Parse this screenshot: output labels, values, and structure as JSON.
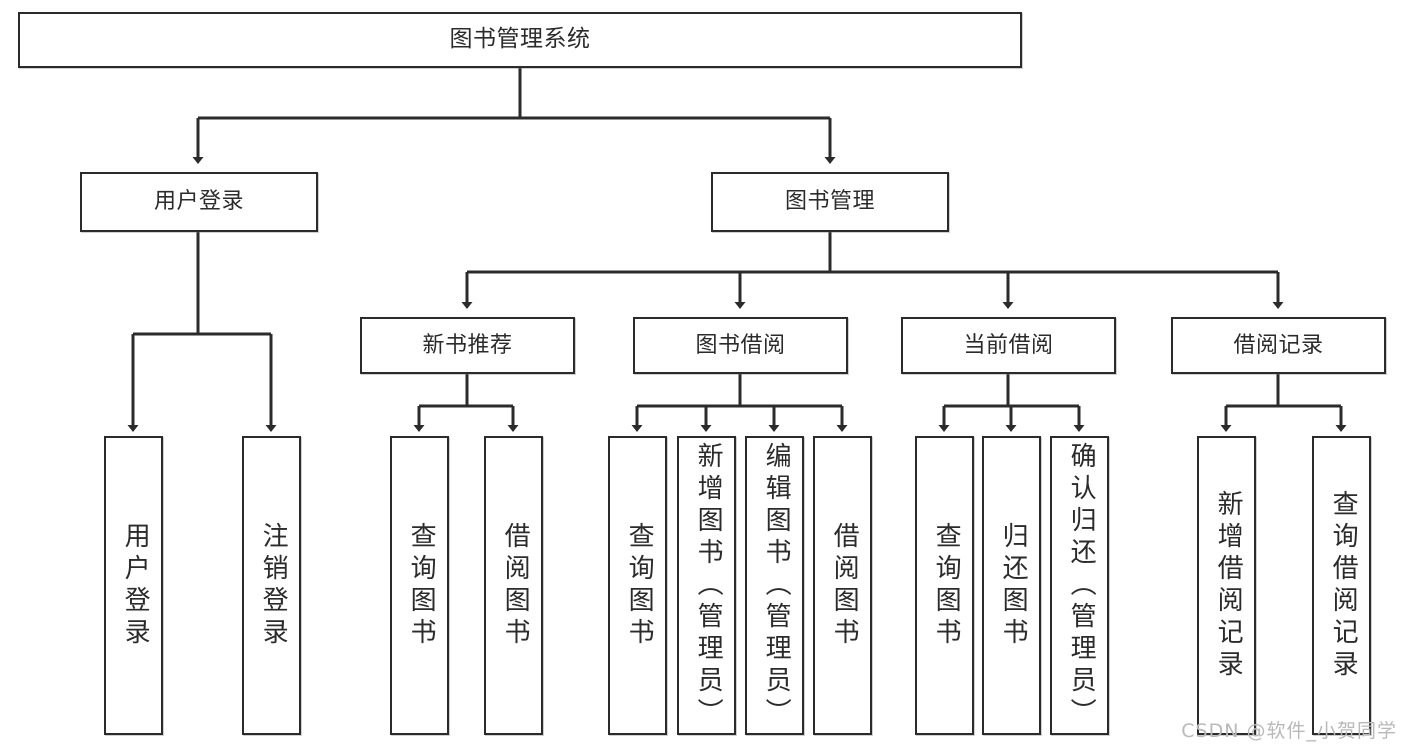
{
  "diagram": {
    "type": "tree",
    "title_node": "图书管理系统",
    "watermark": "CSDN @软件_小贺同学",
    "colors": {
      "background": "#ffffff",
      "box_border": "#2b2b2b",
      "box_fill": "#ffffff",
      "connector": "#2b2b2b",
      "text": "#2b2b2b",
      "watermark": "#b9b9b9"
    },
    "levels": {
      "root": {
        "label": "图书管理系统"
      },
      "level2": [
        {
          "label": "用户登录"
        },
        {
          "label": "图书管理"
        }
      ],
      "level3": [
        {
          "label": "新书推荐"
        },
        {
          "label": "图书借阅"
        },
        {
          "label": "当前借阅"
        },
        {
          "label": "借阅记录"
        }
      ],
      "leaves": [
        {
          "label": "用户登录",
          "parent": "用户登录"
        },
        {
          "label": "注销登录",
          "parent": "用户登录"
        },
        {
          "label": "查询图书",
          "parent": "新书推荐"
        },
        {
          "label": "借阅图书",
          "parent": "新书推荐"
        },
        {
          "label": "查询图书",
          "parent": "图书借阅"
        },
        {
          "label": "新增图书（管理员）",
          "parent": "图书借阅"
        },
        {
          "label": "编辑图书（管理员）",
          "parent": "图书借阅"
        },
        {
          "label": "借阅图书",
          "parent": "图书借阅"
        },
        {
          "label": "查询图书",
          "parent": "当前借阅"
        },
        {
          "label": "归还图书",
          "parent": "当前借阅"
        },
        {
          "label": "确认归还（管理员）",
          "parent": "当前借阅"
        },
        {
          "label": "新增借阅记录",
          "parent": "借阅记录"
        },
        {
          "label": "查询借阅记录",
          "parent": "借阅记录"
        }
      ]
    }
  }
}
